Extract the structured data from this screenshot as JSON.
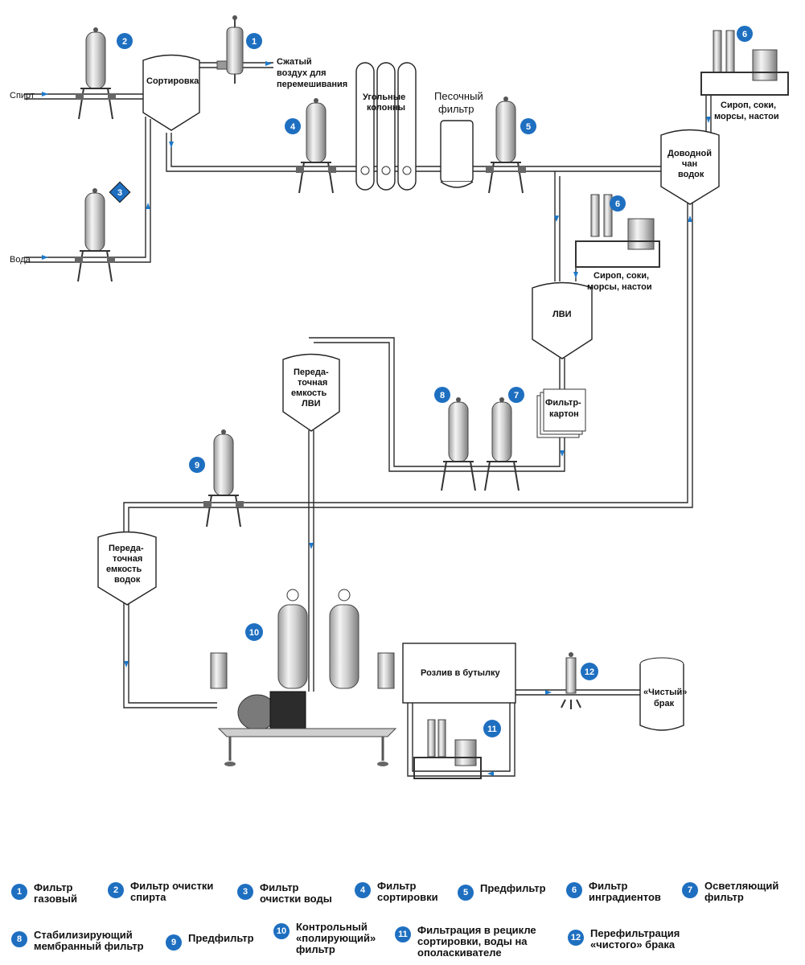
{
  "badges": {
    "b1": "1",
    "b2": "2",
    "b3": "3",
    "b4": "4",
    "b5": "5",
    "b6a": "6",
    "b6b": "6",
    "b7": "7",
    "b8": "8",
    "b9": "9",
    "b10": "10",
    "b11": "11",
    "b12": "12"
  },
  "labels": {
    "spirt": "Спирт",
    "voda": "Вода",
    "sortirovka": "Сортировка",
    "air_l1": "Сжатый",
    "air_l2": "воздух для",
    "air_l3": "перемешивания",
    "coal_l1": "Угольные",
    "coal_l2": "колонны",
    "sand_l1": "Песочный",
    "sand_l2": "фильтр",
    "dovod_l1": "Доводной",
    "dovod_l2": "чан",
    "dovod_l3": "водок",
    "syrup1_l1": "Сироп, соки,",
    "syrup1_l2": "морсы, настои",
    "syrup2_l1": "Сироп, соки,",
    "syrup2_l2": "морсы, настои",
    "lvi": "ЛВИ",
    "perlvi_l1": "Переда-",
    "perlvi_l2": "точная",
    "perlvi_l3": "емкость",
    "perlvi_l4": "ЛВИ",
    "karton_l1": "Фильтр-",
    "karton_l2": "картон",
    "pervod_l1": "Переда-",
    "pervod_l2": "точная",
    "pervod_l3": "емкость",
    "pervod_l4": "водок",
    "rozliv": "Розлив в бутылку",
    "brak_l1": "«Чистый»",
    "brak_l2": "брак"
  },
  "legend": [
    {
      "num": "1",
      "text": "Фильтр\nгазовый"
    },
    {
      "num": "2",
      "text": "Фильтр очистки\nспирта"
    },
    {
      "num": "3",
      "text": "Фильтр\nочистки воды"
    },
    {
      "num": "4",
      "text": "Фильтр\nсортировки"
    },
    {
      "num": "5",
      "text": "Предфильтр"
    },
    {
      "num": "6",
      "text": "Фильтр\nинградиентов"
    },
    {
      "num": "7",
      "text": "Осветляющий\nфильтр"
    },
    {
      "num": "8",
      "text": "Стабилизирующий\nмембранный фильтр"
    },
    {
      "num": "9",
      "text": "Предфильтр"
    },
    {
      "num": "10",
      "text": "Контрольный\n«полирующий»\nфильтр"
    },
    {
      "num": "11",
      "text": "Фильтрация в рецикле\nсортировки, воды на\nополаскивателе"
    },
    {
      "num": "12",
      "text": "Перефильтрация\n«чистого» брака"
    }
  ],
  "colors": {
    "accent": "#1e6fc0",
    "arrow": "#1e78c8"
  }
}
